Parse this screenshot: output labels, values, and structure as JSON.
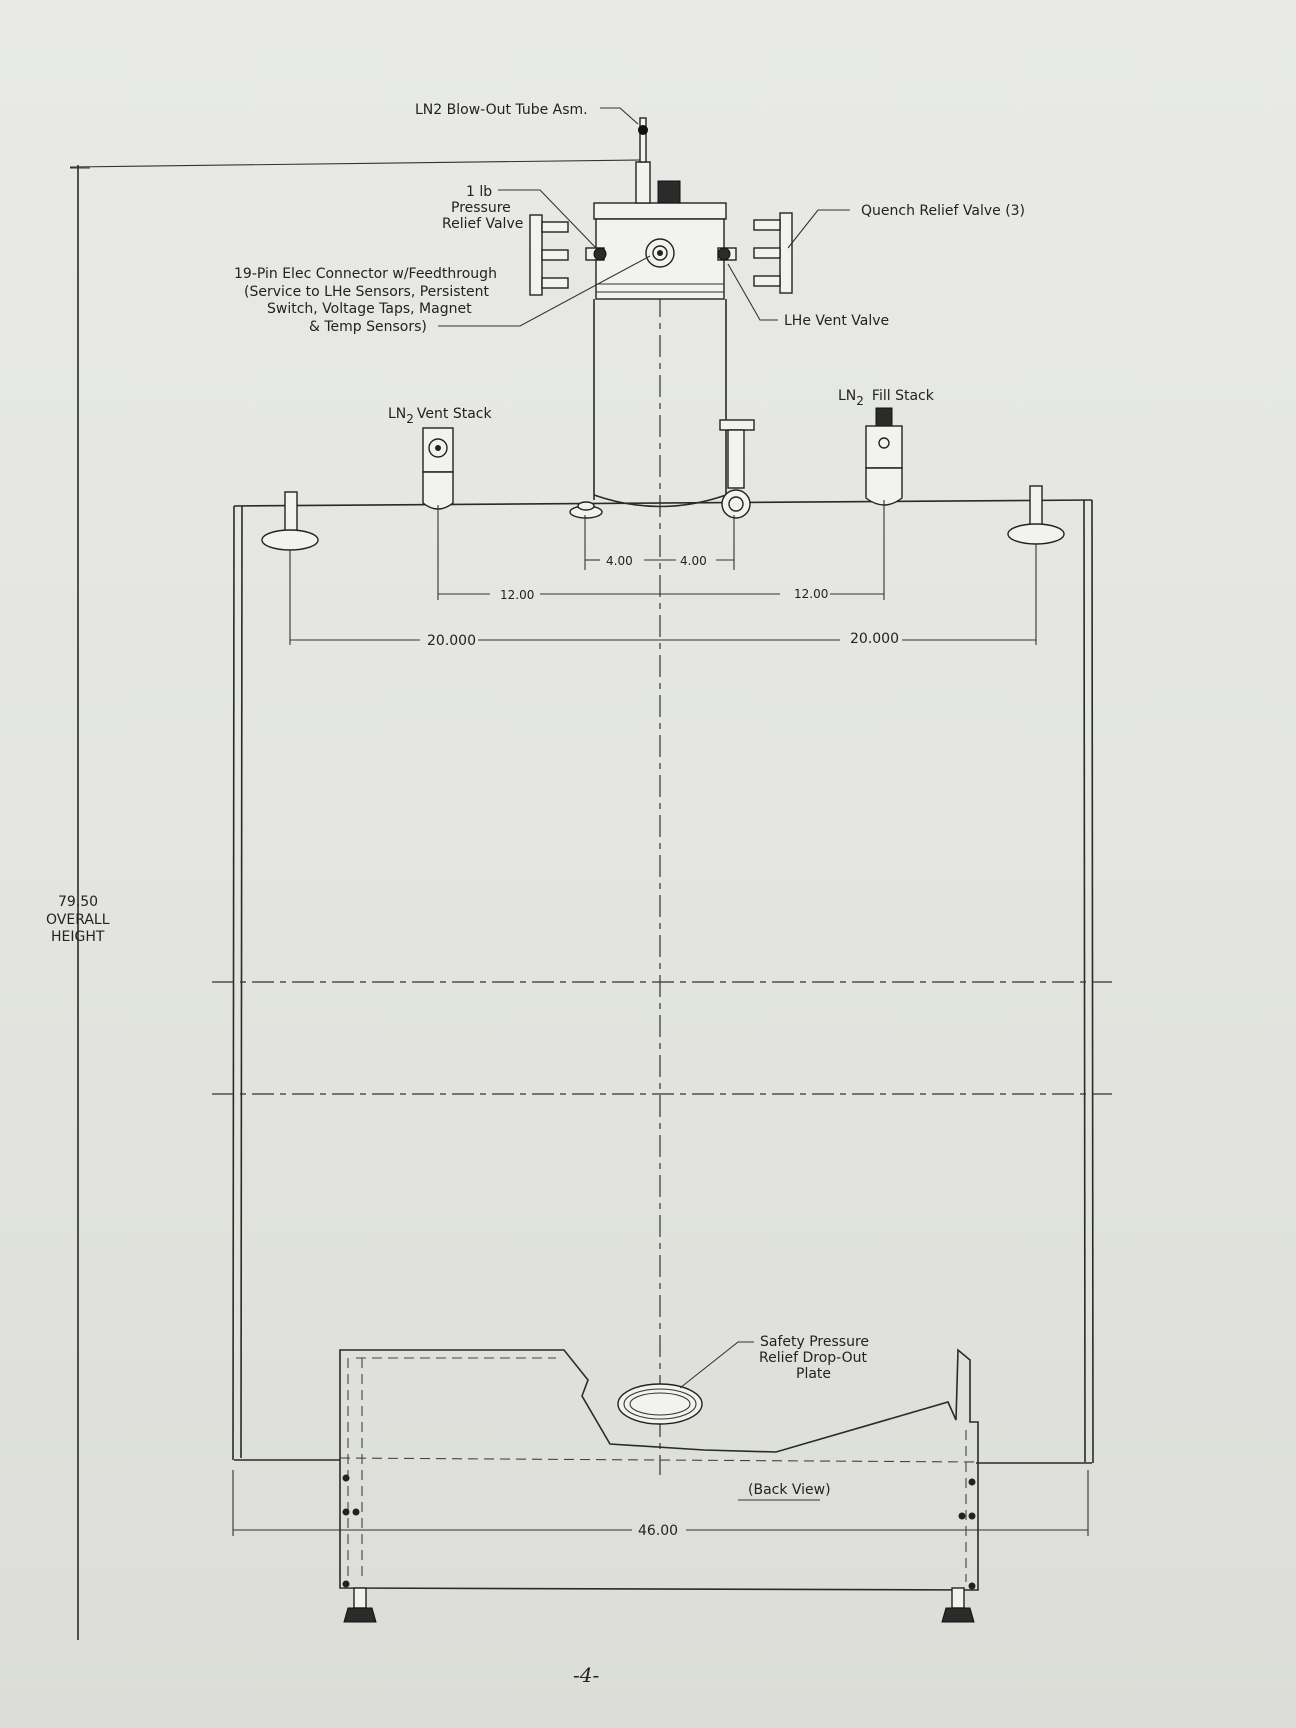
{
  "callouts": {
    "blowout_tube": "LN2 Blow-Out Tube Asm.",
    "relief_valve_1": "1 lb",
    "relief_valve_2": "Pressure",
    "relief_valve_3": "Relief Valve",
    "quench_valve": "Quench Relief Valve (3)",
    "connector_1": "19-Pin Elec Connector w/Feedthrough",
    "connector_2": "(Service to LHe Sensors, Persistent",
    "connector_3": "Switch, Voltage Taps, Magnet",
    "connector_4": "& Temp Sensors)",
    "lhe_vent": "LHe Vent Valve",
    "ln2_vent_a": "LN",
    "ln2_vent_sub": "2",
    "ln2_vent_b": "Vent Stack",
    "ln2_fill_a": "LN",
    "ln2_fill_sub": "2",
    "ln2_fill_b": "Fill Stack",
    "drop_out_1": "Safety Pressure",
    "drop_out_2": "Relief Drop-Out",
    "drop_out_3": "Plate",
    "view_label": "(Back View)"
  },
  "dimensions": {
    "inner_left": "4.00",
    "inner_right": "4.00",
    "mid_left": "12.00",
    "mid_right": "12.00",
    "outer_left": "20.000",
    "outer_right": "20.000",
    "width": "46.00",
    "height_value": "79.50",
    "height_label_1": "OVERALL",
    "height_label_2": "HEIGHT"
  },
  "page_number": "-4-"
}
